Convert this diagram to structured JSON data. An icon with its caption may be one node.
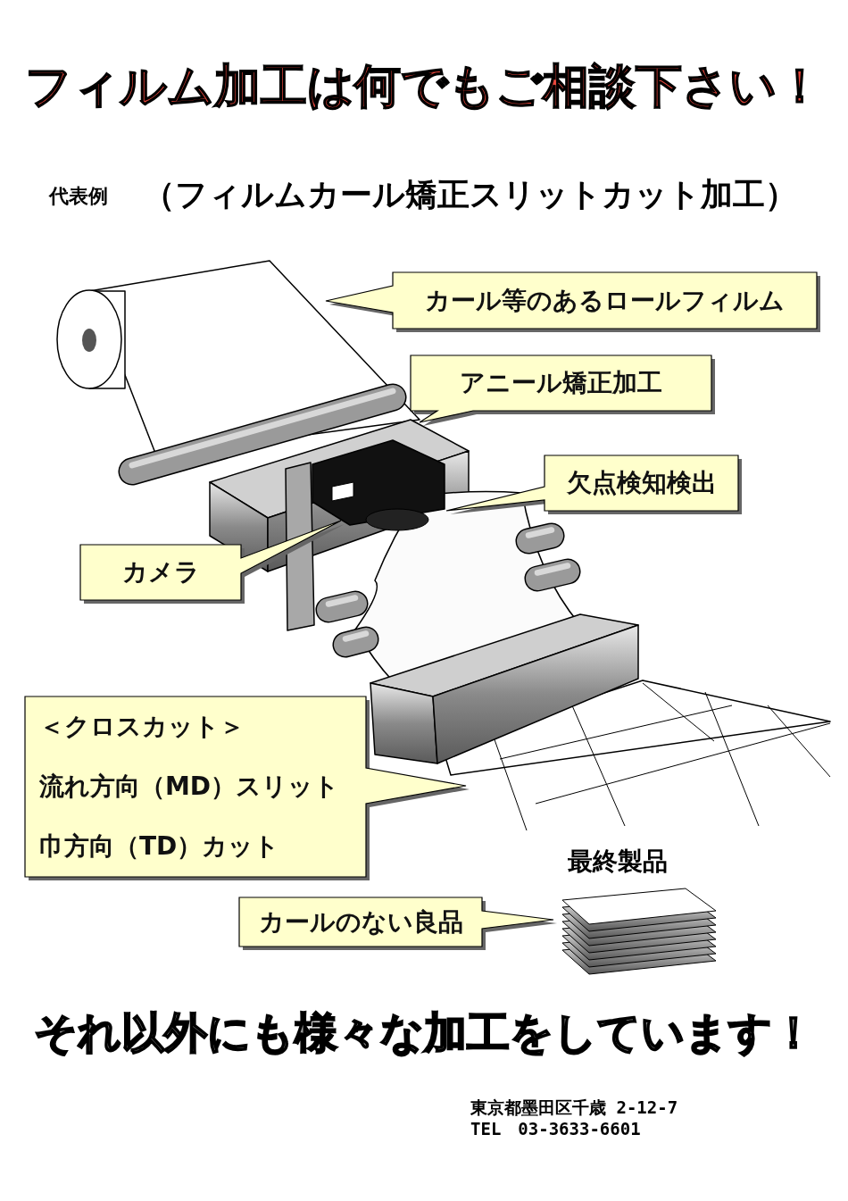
{
  "diagram": {
    "title": "フィルム加工は何でもご相談下さい！",
    "nodes": [
      {
        "text": [
          "カール等のあるロールフィルム"
        ]
      },
      {
        "text": [
          "アニール矯正加工"
        ]
      },
      {
        "text": [
          "欠点検知検出"
        ]
      },
      {
        "text": [
          "カメラ"
        ]
      },
      {
        "text": [
          "＜クロスカット＞",
          "流れ方向（MD）スリット",
          "巾方向（TD）カット"
        ]
      },
      {
        "text": [
          "カールのない良品"
        ]
      }
    ],
    "labels": [
      "代表例",
      "（フィルムカール矯正スリットカット加工）",
      "最終製品",
      "それ以外にも様々な加工をしています！",
      "東京都墨田区千歳 2-12-7",
      "TEL　03-3633-6601"
    ]
  }
}
